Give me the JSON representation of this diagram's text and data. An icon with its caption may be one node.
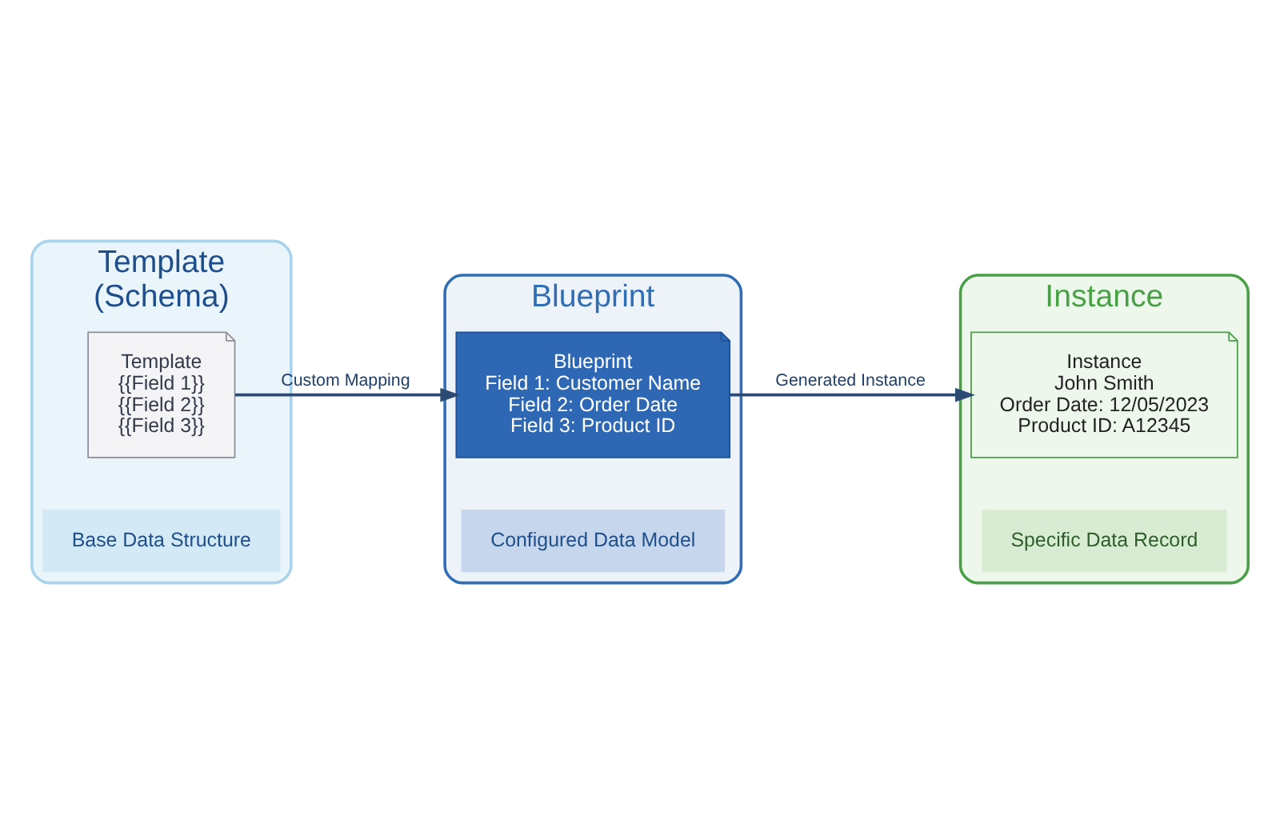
{
  "diagram": {
    "nodes": [
      {
        "text": [
          "Template",
          "(Schema)"
        ]
      },
      {
        "text": [
          "Template",
          "{{Field 1}}",
          "{{Field 2}}",
          "{{Field 3}}"
        ],
        "in": 0
      },
      {
        "text": [
          "Base Data Structure"
        ],
        "in": 0
      },
      {
        "text": [
          "Blueprint"
        ]
      },
      {
        "text": [
          "Blueprint",
          "Field 1: Customer Name",
          "Field 2: Order Date",
          "Field 3: Product ID"
        ],
        "in": 3
      },
      {
        "text": [
          "Configured Data Model"
        ],
        "in": 3
      },
      {
        "text": [
          "Instance"
        ]
      },
      {
        "text": [
          "Instance",
          "John Smith",
          "Order Date: 12/05/2023",
          "Product ID: A12345"
        ],
        "in": 6
      },
      {
        "text": [
          "Specific Data Record"
        ],
        "in": 6
      }
    ],
    "edges": [
      {
        "from": 1,
        "to": 4,
        "arrow": "to",
        "label": "Custom Mapping"
      },
      {
        "from": 4,
        "to": 7,
        "arrow": "to",
        "label": "Generated Instance"
      }
    ]
  }
}
